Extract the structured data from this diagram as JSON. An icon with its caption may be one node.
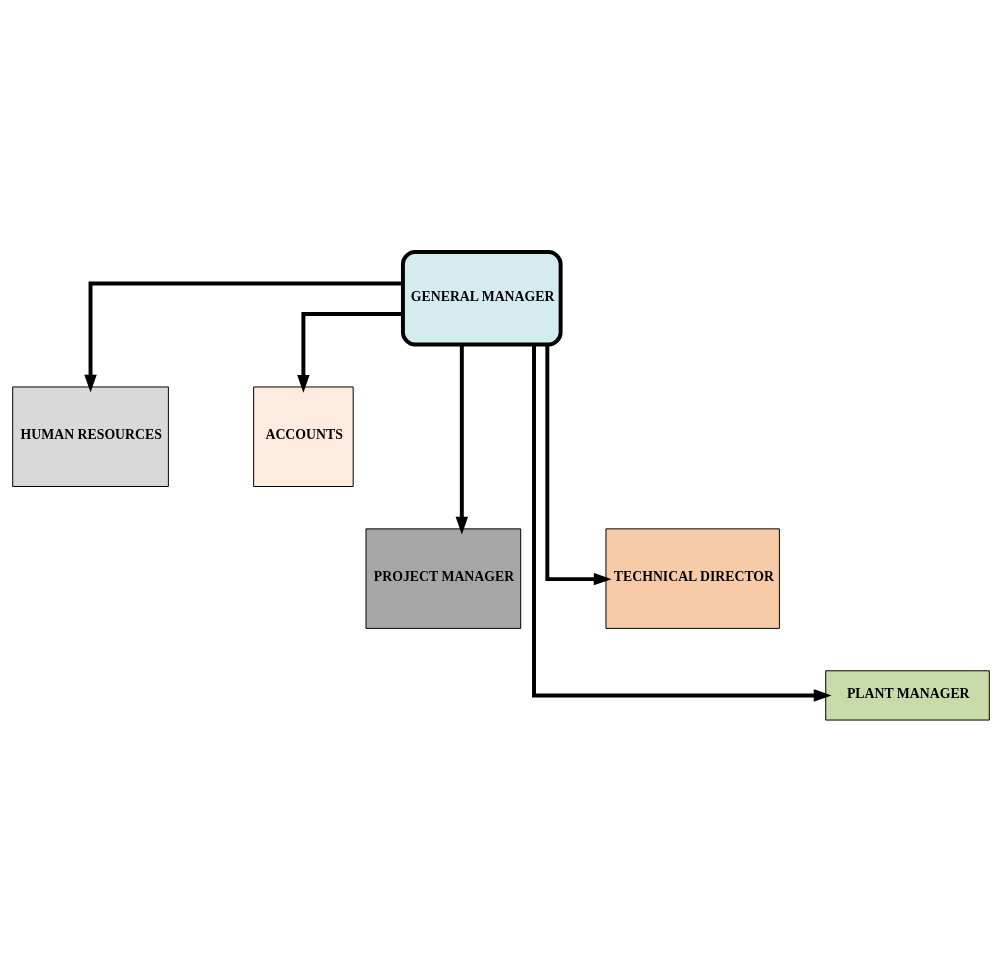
{
  "diagram": {
    "nodes": [
      {
        "text": [
          "GENERAL MANAGER"
        ]
      },
      {
        "text": [
          "HUMAN RESOURCES"
        ]
      },
      {
        "text": [
          "ACCOUNTS"
        ]
      },
      {
        "text": [
          "PROJECT MANAGER"
        ]
      },
      {
        "text": [
          "TECHNICAL DIRECTOR"
        ]
      },
      {
        "text": [
          "PLANT MANAGER"
        ]
      }
    ],
    "edges": [
      {
        "from": 0,
        "to": 1,
        "arrow": "to"
      },
      {
        "from": 0,
        "to": 2,
        "arrow": "to"
      },
      {
        "from": 0,
        "to": 3,
        "arrow": "to"
      },
      {
        "from": 0,
        "to": 4,
        "arrow": "to"
      },
      {
        "from": 0,
        "to": 5,
        "arrow": "to"
      }
    ]
  }
}
